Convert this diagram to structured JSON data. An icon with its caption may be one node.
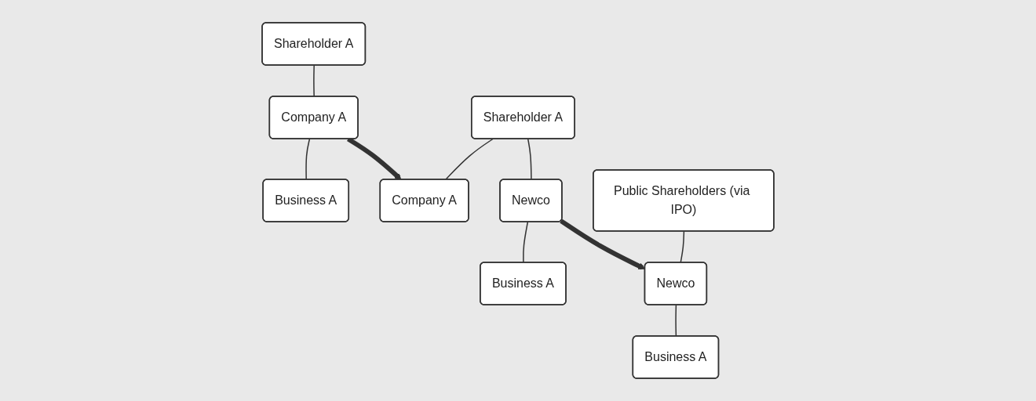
{
  "diagram": {
    "nodes": [
      {
        "text": [
          "Shareholder A"
        ]
      },
      {
        "text": [
          "Company A"
        ]
      },
      {
        "text": [
          "Business A"
        ]
      },
      {
        "text": [
          "Shareholder A"
        ]
      },
      {
        "text": [
          "Company A"
        ]
      },
      {
        "text": [
          "Newco"
        ]
      },
      {
        "text": [
          "Business A"
        ]
      },
      {
        "text": [
          "Public Shareholders (via IPO)"
        ]
      },
      {
        "text": [
          "Newco"
        ]
      },
      {
        "text": [
          "Business A"
        ]
      }
    ],
    "edges": [
      {
        "from": 0,
        "to": 1,
        "arrow": "none"
      },
      {
        "from": 1,
        "to": 2,
        "arrow": "none"
      },
      {
        "from": 1,
        "to": 4,
        "arrow": "to",
        "style": "thick"
      },
      {
        "from": 3,
        "to": 4,
        "arrow": "none"
      },
      {
        "from": 3,
        "to": 5,
        "arrow": "none"
      },
      {
        "from": 5,
        "to": 6,
        "arrow": "none"
      },
      {
        "from": 5,
        "to": 8,
        "arrow": "to",
        "style": "thick"
      },
      {
        "from": 7,
        "to": 8,
        "arrow": "none"
      },
      {
        "from": 8,
        "to": 9,
        "arrow": "none"
      }
    ]
  }
}
